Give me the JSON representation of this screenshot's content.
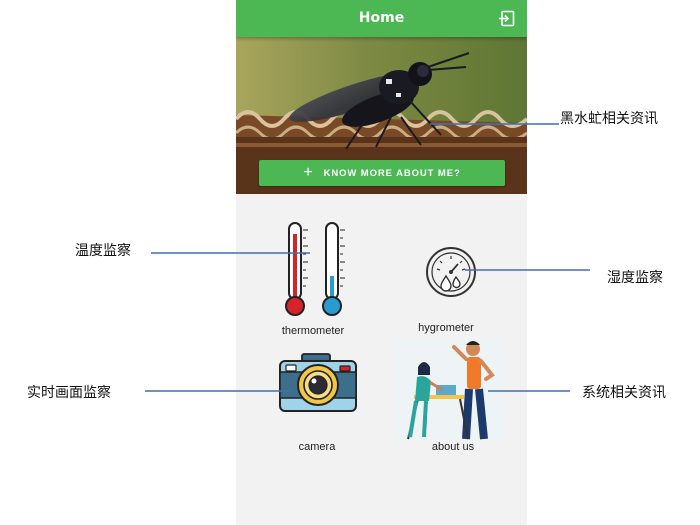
{
  "appbar": {
    "title": "Home",
    "logout_icon": "logout-icon"
  },
  "banner": {
    "button_label": "KNOW MORE ABOUT ME?",
    "button_icon": "plus"
  },
  "tiles": [
    {
      "id": "thermometer",
      "label": "thermometer",
      "icon": "thermometer-icon"
    },
    {
      "id": "hygrometer",
      "label": "hygrometer",
      "icon": "hygrometer-icon"
    },
    {
      "id": "camera",
      "label": "camera",
      "icon": "camera-icon"
    },
    {
      "id": "about",
      "label": "about us",
      "icon": "about-us-illustration"
    }
  ],
  "annotations": {
    "banner": "黑水虻相关资讯",
    "thermometer": "温度监察",
    "hygrometer": "湿度监察",
    "camera": "实时画面监察",
    "about": "系统相关资讯"
  },
  "colors": {
    "primary": "#4bb853",
    "callout_line": "#3f6fb5",
    "thermo_red": "#d6232a",
    "thermo_blue": "#2a9bd1"
  }
}
